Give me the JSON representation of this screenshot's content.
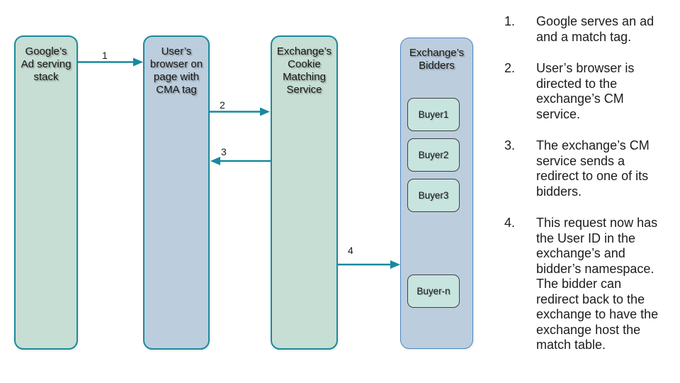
{
  "colors": {
    "arrow_teal": "#18899c",
    "node_border_teal": "#1b8a9c",
    "node_green_fill": "#c6ded4",
    "node_blue_fill": "#bccedd",
    "bidders_border_blue": "#4a86c8",
    "buyer_fill": "#c7e4de",
    "buyer_border": "#3f3f3f",
    "text": "#1c1c1c",
    "background": "#ffffff"
  },
  "diagram": {
    "nodes": [
      {
        "label": "Google’s\nAd serving\nstack"
      },
      {
        "label": "User’s\nbrowser on\npage with\nCMA tag"
      },
      {
        "label": "Exchange’s\nCookie\nMatching\nService"
      },
      {
        "label": "Exchange’s\nBidders",
        "buyers": [
          "Buyer1",
          "Buyer2",
          "Buyer3",
          "Buyer-n"
        ]
      }
    ],
    "arrows": [
      {
        "label": "1",
        "from": "Google’s Ad serving stack",
        "to": "User’s browser on page with CMA tag"
      },
      {
        "label": "2",
        "from": "User’s browser on page with CMA tag",
        "to": "Exchange’s Cookie Matching Service"
      },
      {
        "label": "3",
        "from": "Exchange’s Cookie Matching Service",
        "to": "User’s browser on page with CMA tag"
      },
      {
        "label": "4",
        "from": "Exchange’s Cookie Matching Service",
        "to": "Exchange’s Bidders"
      }
    ]
  },
  "steps": [
    {
      "num": "1.",
      "text": "Google serves an ad\nand a match tag."
    },
    {
      "num": "2.",
      "text": "User’s browser is\ndirected to the\nexchange’s CM\nservice."
    },
    {
      "num": "3.",
      "text": "The exchange’s CM\nservice sends a\nredirect to one of its\nbidders."
    },
    {
      "num": "4.",
      "text": "This request now has\nthe User ID in the\nexchange’s and\nbidder’s namespace.\nThe bidder can\nredirect back to the\nexchange to have the\nexchange host the\nmatch table."
    }
  ]
}
